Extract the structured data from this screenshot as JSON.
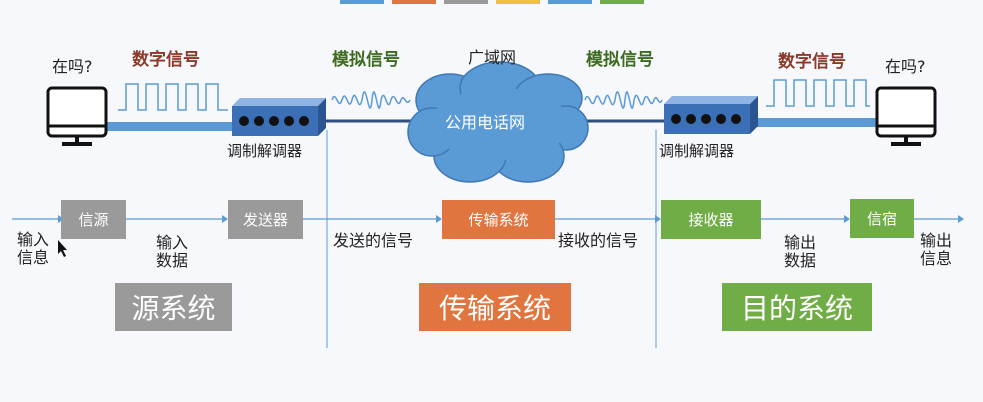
{
  "top": {
    "left_pc_label": "在吗?",
    "right_pc_label": "在吗?",
    "digital_signal_left": "数字信号",
    "digital_signal_right": "数字信号",
    "analog_signal_left": "模拟信号",
    "analog_signal_right": "模拟信号",
    "wan_label": "广域网",
    "cloud_label": "公用电话网",
    "modem_left_label": "调制解调器",
    "modem_right_label": "调制解调器"
  },
  "flow": {
    "input_info": "输入\n信息",
    "source_box": "信源",
    "input_data": "输入\n数据",
    "transmitter_box": "发送器",
    "sent_signal": "发送的信号",
    "transmission_box": "传输系统",
    "received_signal": "接收的信号",
    "receiver_box": "接收器",
    "output_data": "输出\n数据",
    "sink_box": "信宿",
    "output_info": "输出\n信息"
  },
  "systems": {
    "source_system": "源系统",
    "transmission_system": "传输系统",
    "destination_system": "目的系统"
  },
  "colors": {
    "gray": "#9a9a9a",
    "orange": "#e07540",
    "green": "#71ad47",
    "cloud": "#5b9bd5",
    "modem": "#3b6fb6",
    "arrow": "#5b9bd5"
  }
}
